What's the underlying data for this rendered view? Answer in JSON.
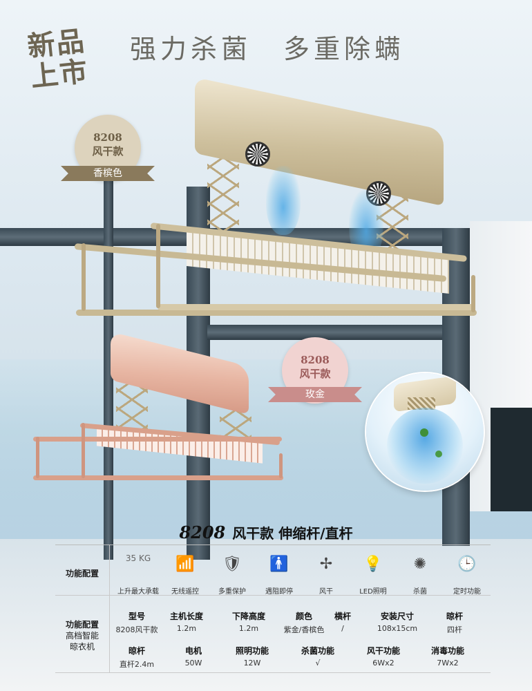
{
  "badge_new": "新品上市",
  "headline": [
    "强力杀菌",
    "多重除螨"
  ],
  "model_badges": [
    {
      "num": "8208",
      "type": "风干款",
      "color": "香槟色"
    },
    {
      "num": "8208",
      "type": "风干款",
      "color": "玫金"
    }
  ],
  "spec_title": {
    "model": "8208",
    "rest": "风干款  伸缩杆/直杆"
  },
  "features_label": "功能配置",
  "features": [
    {
      "icon": "35 KG",
      "label": "上升最大承载"
    },
    {
      "icon": "remote-icon",
      "label": "无线遥控"
    },
    {
      "icon": "shield-icon",
      "label": "多重保护"
    },
    {
      "icon": "person-icon",
      "label": "遇阻即停"
    },
    {
      "icon": "fan-icon",
      "label": "风干"
    },
    {
      "icon": "bulb-icon",
      "label": "LED照明"
    },
    {
      "icon": "bacteria-icon",
      "label": "杀菌"
    },
    {
      "icon": "clock-icon",
      "label": "定时功能"
    }
  ],
  "config_label": [
    "功能配置",
    "高档智能",
    "晾衣机"
  ],
  "table1": {
    "headers": [
      "型号",
      "主机长度",
      "下降高度",
      "颜色",
      "横杆",
      "安装尺寸",
      "晾杆"
    ],
    "values": [
      "8208风干款",
      "1.2m",
      "1.2m",
      "紫金/香槟色",
      "/",
      "108x15cm",
      "四杆"
    ]
  },
  "table2": {
    "headers": [
      "晾杆",
      "电机",
      "照明功能",
      "杀菌功能",
      "风干功能",
      "消毒功能"
    ],
    "values": [
      "直杆2.4m",
      "50W",
      "12W",
      "√",
      "6Wx2",
      "7Wx2"
    ]
  },
  "colors": {
    "champagne": "#cdbf9c",
    "rose": "#e7b5a2",
    "ribbon_gold": "#8a7a5c",
    "ribbon_rose": "#c98d8b"
  }
}
